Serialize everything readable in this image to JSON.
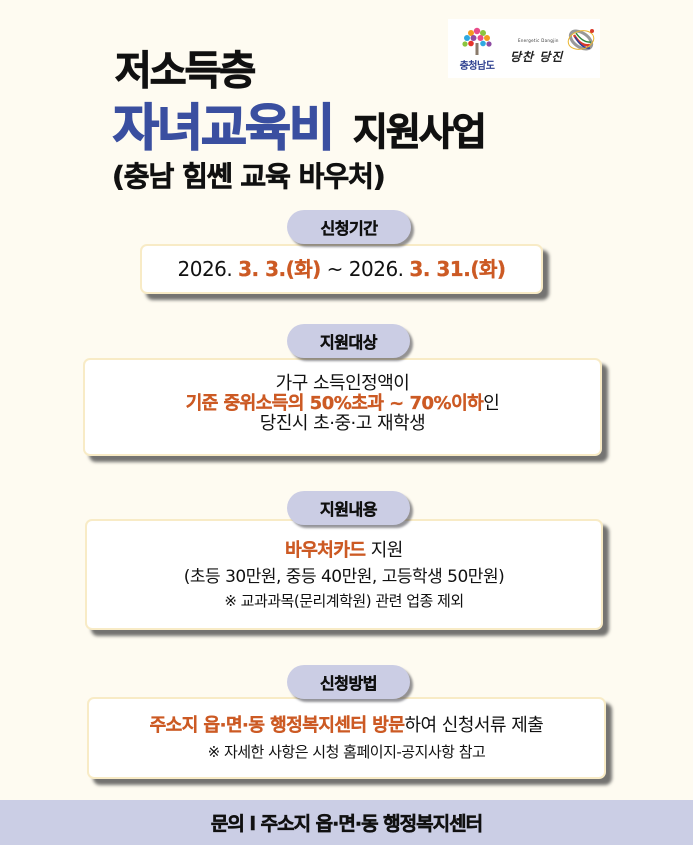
{
  "header": {
    "title_line1": "저소득층",
    "title_line2_highlight": "자녀교육비",
    "title_line2_rest": "지원사업",
    "subtitle": "(충남 힘쎈 교육 바우처)"
  },
  "logos": {
    "chungnam": {
      "icon": "tree-logo-icon",
      "label": "충청남도"
    },
    "dangjin": {
      "slogan_small": "Energetic Dangjin",
      "slogan": "당찬 당진",
      "icon": "orbit-logo-icon"
    }
  },
  "colors": {
    "background": "#fefbf1",
    "title_blue": "#3a4fa0",
    "accent_orange": "#cc5a24",
    "pill_bg": "#cbcde4",
    "footer_bg": "#cbcee5",
    "card_border": "#f8ebc6"
  },
  "sections": {
    "period": {
      "label": "신청기간",
      "start_year": "2026.",
      "start_date": "3. 3.(화)",
      "separator": "~",
      "end_year": "2026.",
      "end_date": "3. 31.(화)"
    },
    "target": {
      "label": "지원대상",
      "line1": "가구 소득인정액이",
      "line2_highlight": "기준 중위소득의 50%초과 ~ 70%이하",
      "line2_rest": "인",
      "line3": "당진시 초·중·고 재학생"
    },
    "content": {
      "label": "지원내용",
      "line1_highlight": "바우처카드",
      "line1_rest": " 지원",
      "line2": "(초등 30만원, 중등 40만원, 고등학생 50만원)",
      "line3": "※ 교과과목(문리계학원) 관련 업종 제외"
    },
    "method": {
      "label": "신청방법",
      "line1_highlight": "주소지 읍·면·동 행정복지센터 방문",
      "line1_rest": "하여 신청서류 제출",
      "line2": "※ 자세한 사항은 시청 홈페이지-공지사항 참고"
    }
  },
  "footer": {
    "text": "문의 l 주소지 읍·면·동 행정복지센터"
  }
}
